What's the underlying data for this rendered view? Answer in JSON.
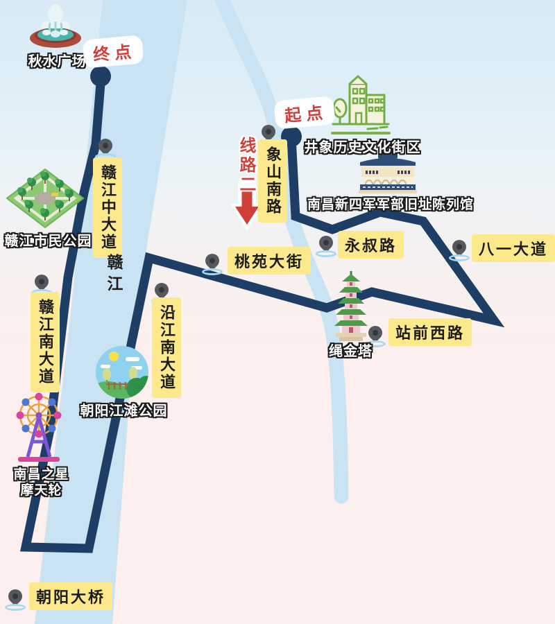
{
  "route": {
    "name": "线路二",
    "start_label": "起点",
    "end_label": "终点"
  },
  "river": {
    "name": "赣江"
  },
  "roads": {
    "ganjiang_zhong": "赣江中大道",
    "ganjiang_nan": "赣江南大道",
    "yanjiang_nan": "沿江南大道",
    "xiangshan_nan": "象山南路",
    "taoyuan": "桃苑大街",
    "yongshu": "永叔路",
    "bayi": "八一大道",
    "zhanqian_xi": "站前西路",
    "chaoyang_bridge": "朝阳大桥"
  },
  "pois": {
    "qiushui_square": "秋水广场",
    "citizen_park": "赣江市民公园",
    "ferris_wheel_line1": "南昌之星",
    "ferris_wheel_line2": "摩天轮",
    "jiangtan_park": "朝阳江滩公园",
    "shengjin_tower": "绳金塔",
    "historic_block": "井象历史文化街区",
    "museum": "南昌新四军军部旧址陈列馆"
  },
  "colors": {
    "route": "#1e3e66",
    "river": "#c9e3f2",
    "label_bg": "#fce98c",
    "accent_red": "#d0403a",
    "bg_top": "#d7eaf6",
    "bg_bottom": "#fdefed"
  }
}
